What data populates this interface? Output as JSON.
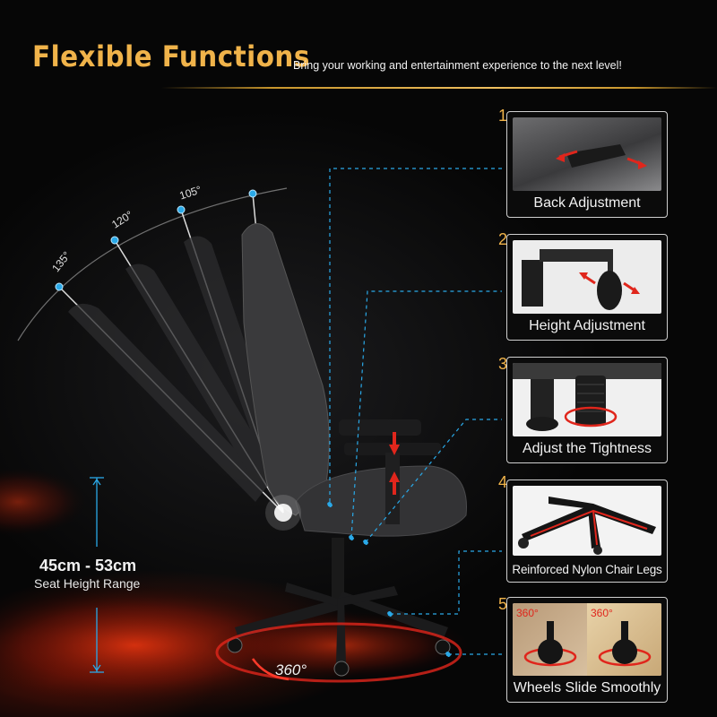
{
  "header": {
    "title": "Flexible Functions",
    "subtitle": "Bring your working and entertainment experience to the next level!"
  },
  "recline_angles": [
    "135°",
    "120°",
    "105°"
  ],
  "seat_height": {
    "range": "45cm - 53cm",
    "caption": "Seat Height Range"
  },
  "rotation_label": "360°",
  "features": [
    {
      "number": "1",
      "label": "Back Adjustment"
    },
    {
      "number": "2",
      "label": "Height Adjustment"
    },
    {
      "number": "3",
      "label": "Adjust the Tightness"
    },
    {
      "number": "4",
      "label": "Reinforced Nylon Chair Legs"
    },
    {
      "number": "5",
      "label": "Wheels Slide Smoothly"
    }
  ],
  "wheel_badges": [
    "360°",
    "360°"
  ],
  "colors": {
    "accent_gold": "#f0b34a",
    "marker_blue": "#2aa9e8",
    "arrow_red": "#e0261c",
    "chair_gray": "#3a3a3c"
  }
}
